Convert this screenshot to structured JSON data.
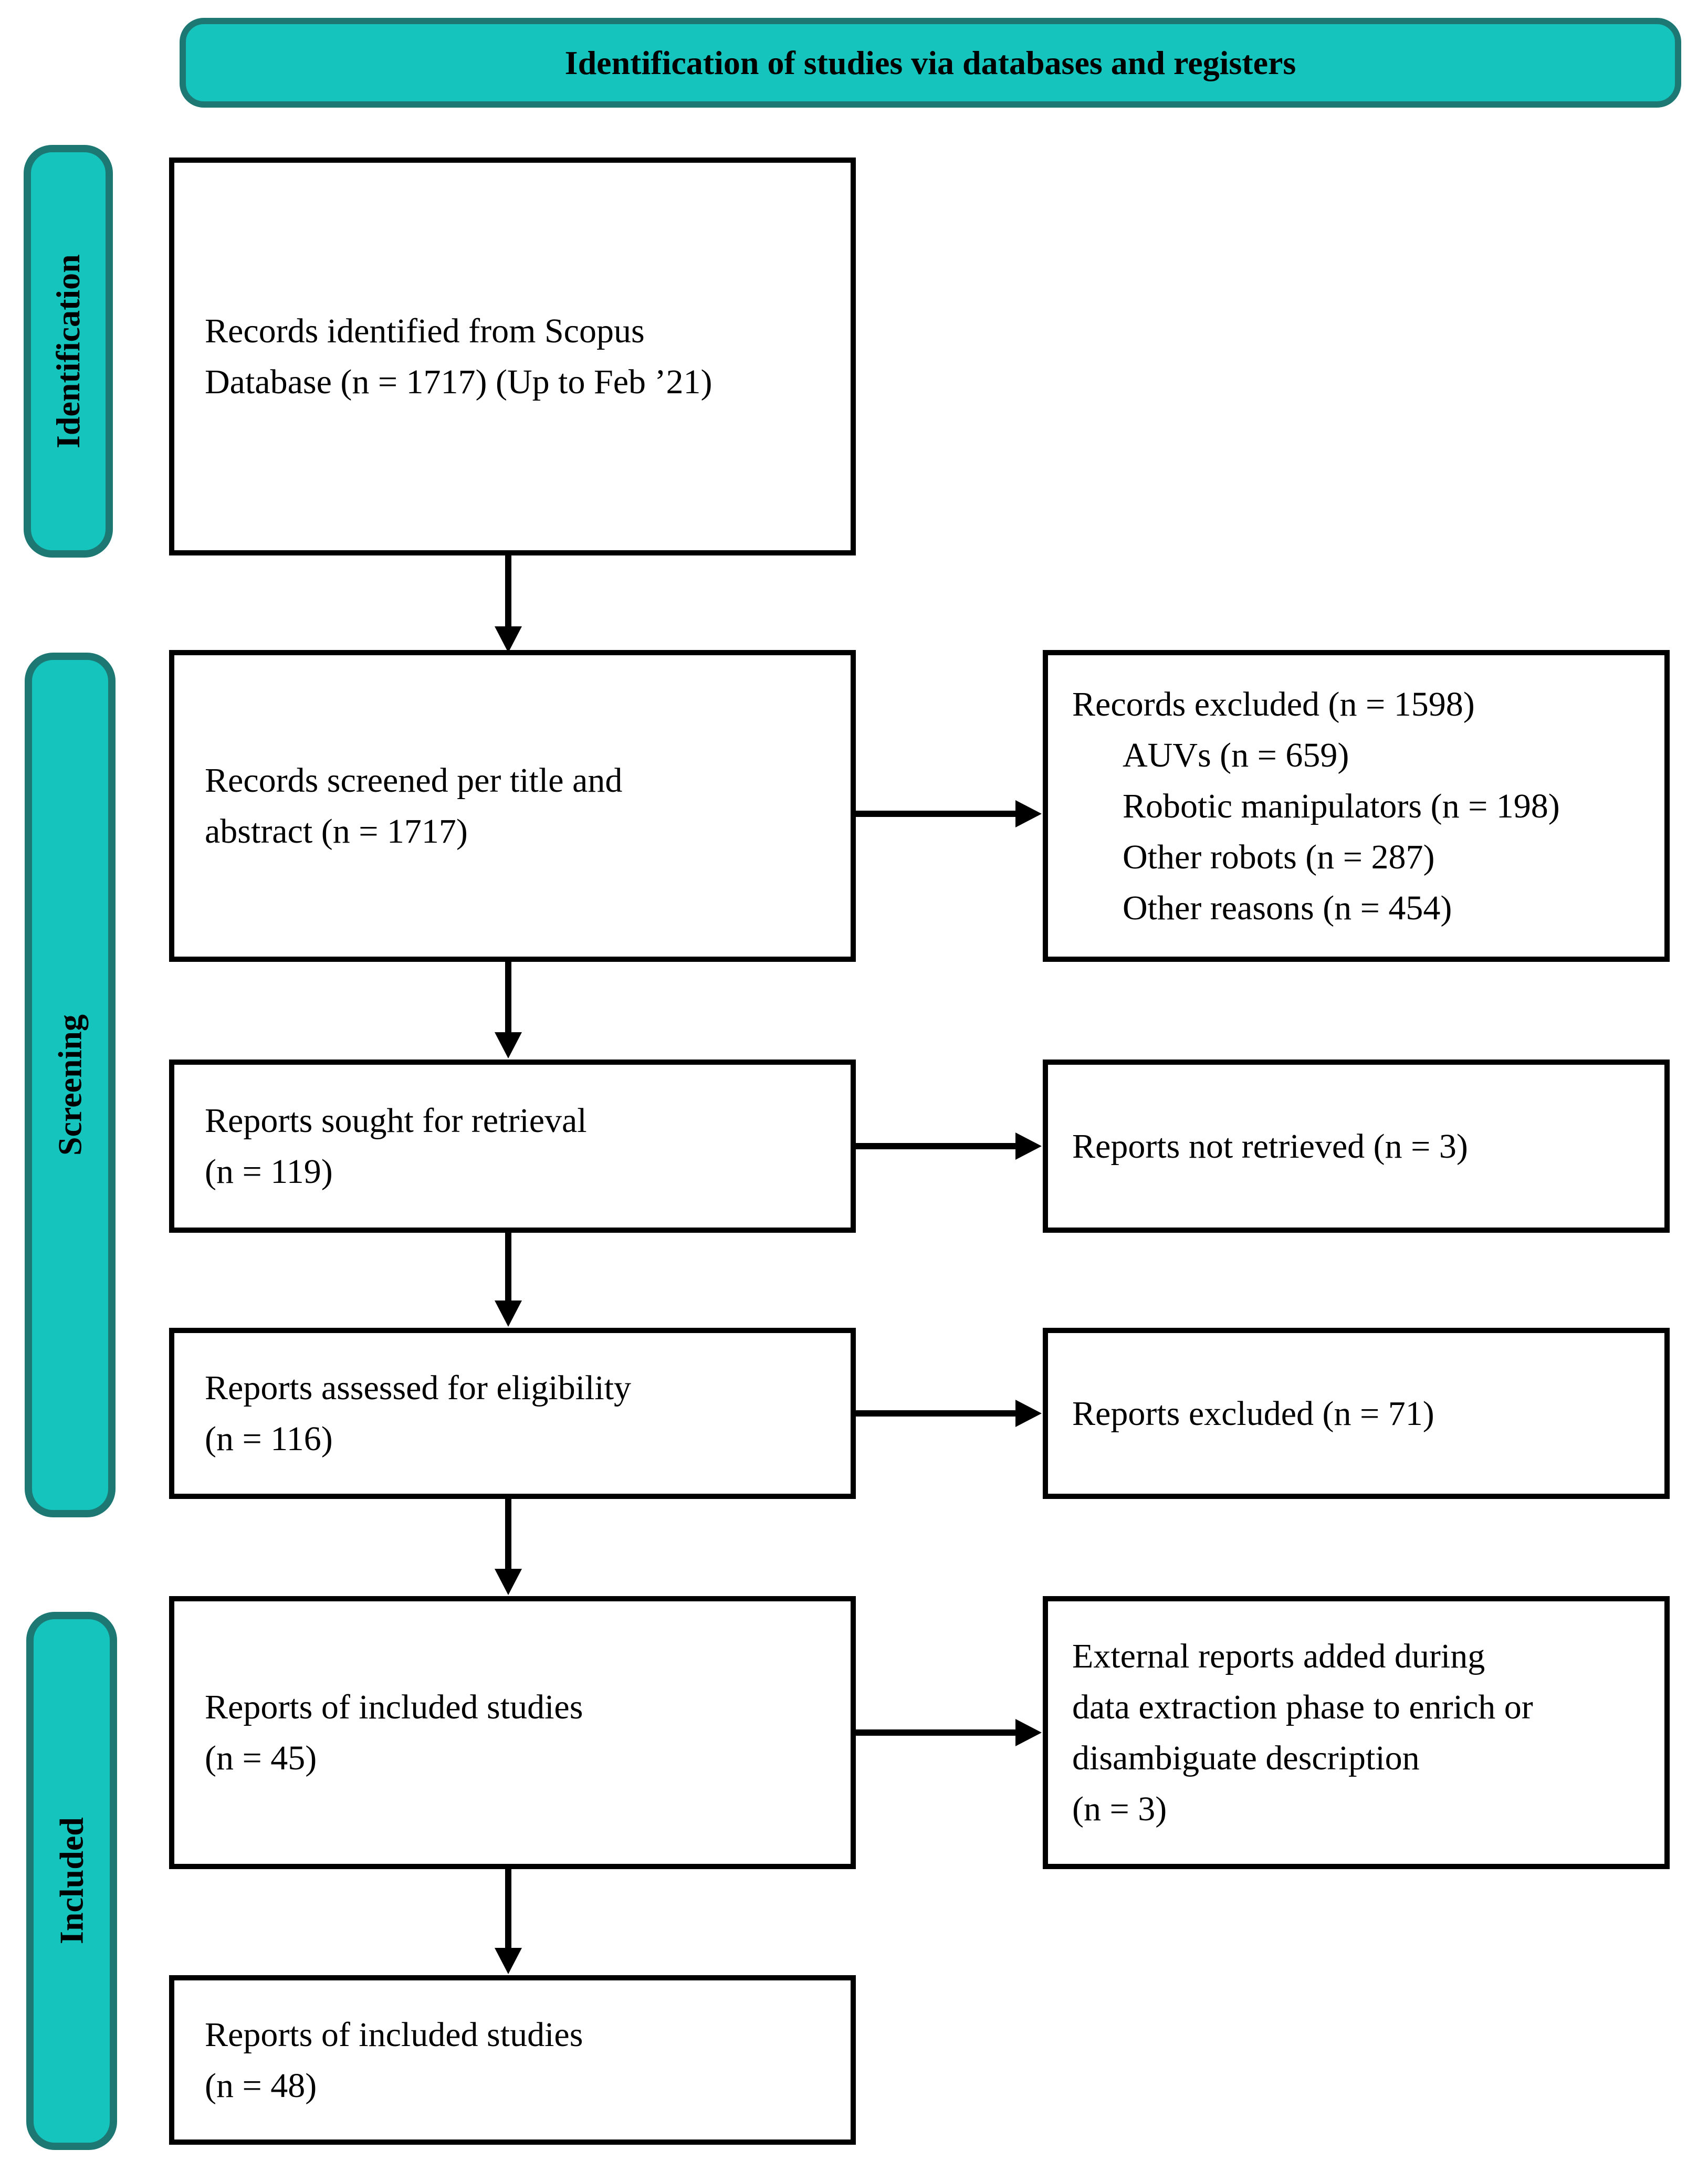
{
  "banner": {
    "title": "Identification of studies via databases and registers"
  },
  "sidebar_labels": {
    "identification": "Identification",
    "screening": "Screening",
    "included": "Included"
  },
  "colors": {
    "teal_fill": "#15c4bc",
    "teal_border": "#1d7874",
    "box_border": "#000000",
    "text": "#000000",
    "background": "#ffffff"
  },
  "flow": {
    "records_identified": [
      "Records identified from Scopus",
      "Database (n = 1717) (Up to Feb ’21)"
    ],
    "records_screened": [
      "Records screened per title and",
      "abstract (n = 1717)"
    ],
    "reports_sought": [
      "Reports sought for retrieval",
      "(n = 119)"
    ],
    "reports_assessed": [
      "Reports assessed for eligibility",
      "(n = 116)"
    ],
    "reports_included_45": [
      "Reports of included studies",
      "(n = 45)"
    ],
    "reports_included_48": [
      "Reports of included studies",
      "(n = 48)"
    ]
  },
  "side_boxes": {
    "records_excluded": {
      "title": "Records excluded (n = 1598)",
      "items": [
        "AUVs (n = 659)",
        "Robotic manipulators (n = 198)",
        "Other robots (n = 287)",
        "Other reasons (n = 454)"
      ]
    },
    "reports_not_retrieved": "Reports not retrieved (n = 3)",
    "reports_excluded": "Reports excluded (n = 71)",
    "external_reports": [
      "External reports added during",
      "data extraction phase to enrich or",
      "disambiguate description",
      "(n = 3)"
    ]
  }
}
